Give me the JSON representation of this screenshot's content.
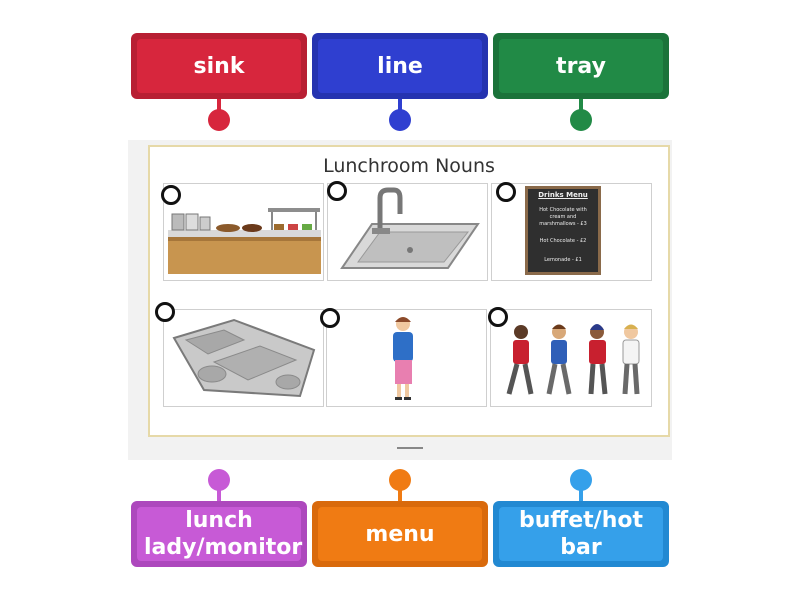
{
  "colors": {
    "sink": "#d7263d",
    "line": "#2f3fd0",
    "tray": "#218a46",
    "lunch_lady": "#c75ad6",
    "menu": "#f07b13",
    "buffet": "#35a0ea"
  },
  "labels_top": [
    {
      "text": "sink"
    },
    {
      "text": "line"
    },
    {
      "text": "tray"
    }
  ],
  "labels_bottom": [
    {
      "text": "lunch lady/monitor"
    },
    {
      "text": "menu"
    },
    {
      "text": "buffet/hot bar"
    }
  ],
  "worksheet": {
    "title": "Lunchroom Nouns",
    "menu_board": {
      "heading": "Drinks Menu",
      "line1": "Hot Chocolate with cream and marshmallows - £3",
      "line2": "Hot Chocolate - £2",
      "line3": "Lemonade - £1"
    },
    "pictures": [
      {
        "icon": "buffet-counter-picture"
      },
      {
        "icon": "sink-picture"
      },
      {
        "icon": "drinks-menu-board-picture"
      },
      {
        "icon": "food-tray-picture"
      },
      {
        "icon": "lunch-lady-picture"
      },
      {
        "icon": "children-in-line-picture"
      }
    ]
  }
}
